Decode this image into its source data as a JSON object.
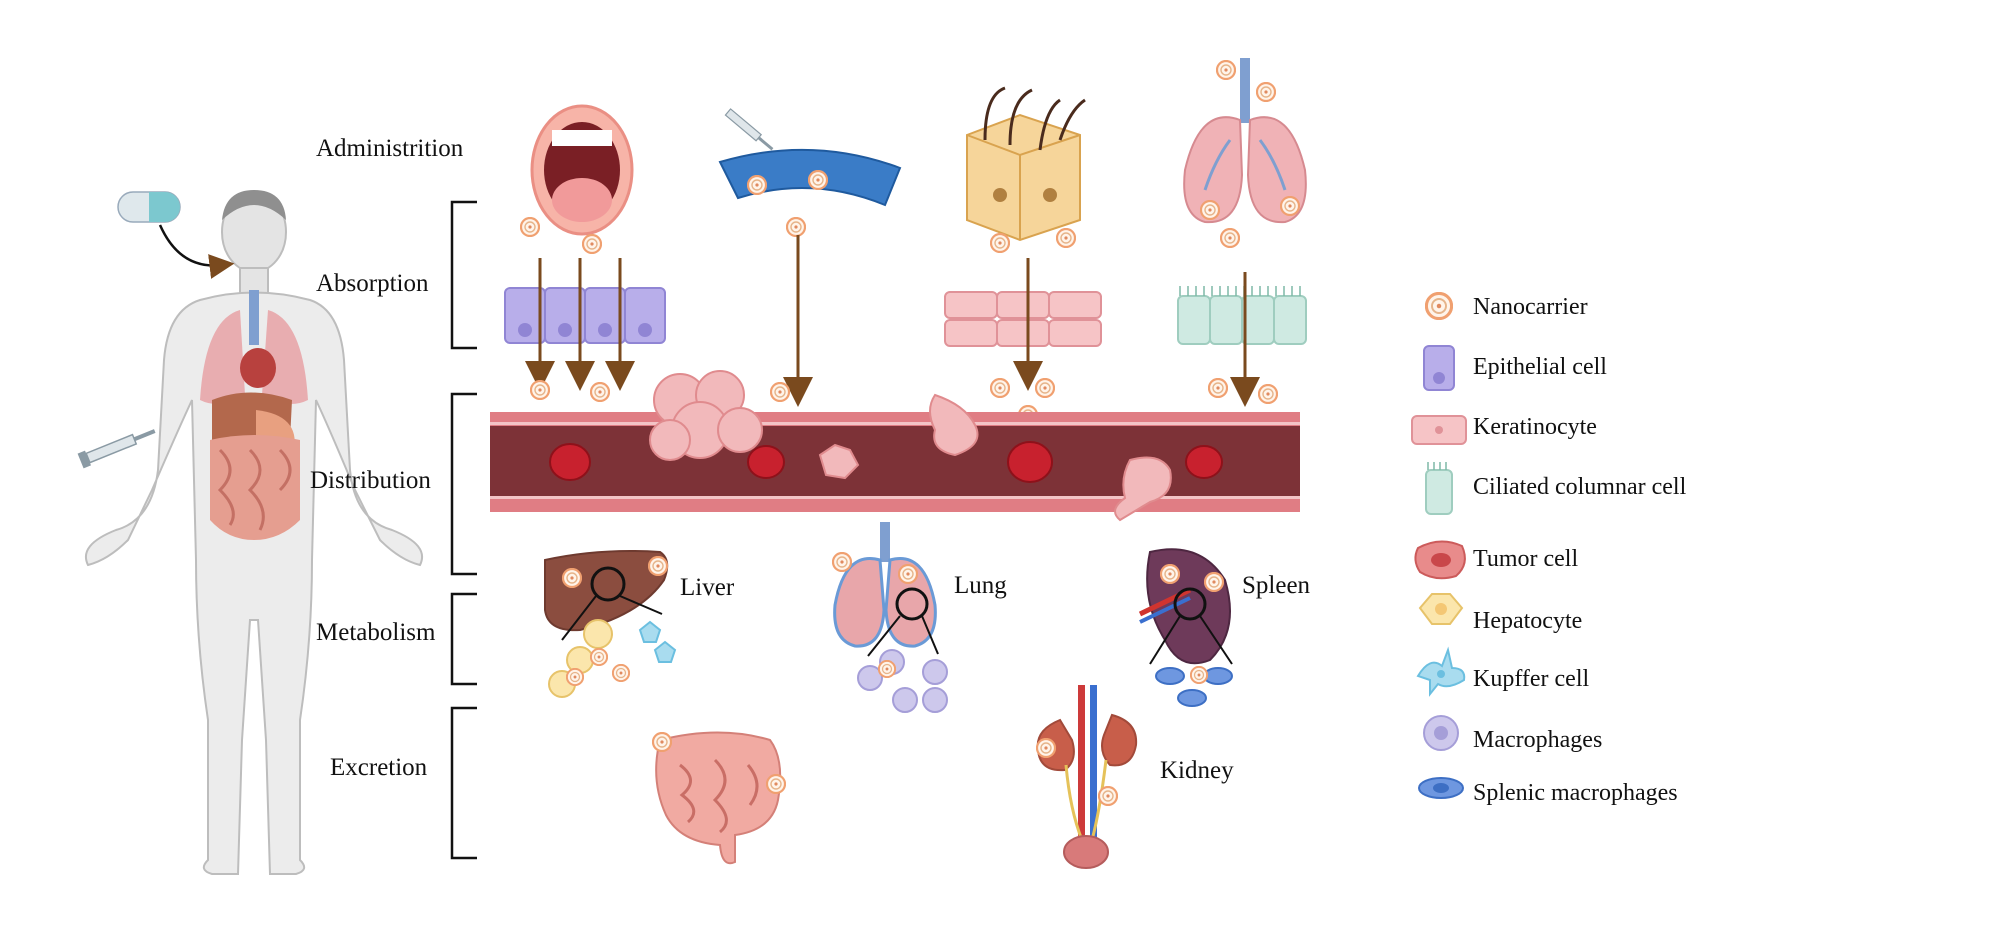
{
  "stages": {
    "administration": "Administrition",
    "absorption": "Absorption",
    "distribution": "Distribution",
    "metabolism": "Metabolism",
    "excretion": "Excretion"
  },
  "organs": {
    "liver": "Liver",
    "lung": "Lung",
    "spleen": "Spleen",
    "kidney": "Kidney"
  },
  "legend": [
    {
      "label": "Nanocarrier",
      "icon": "nanocarrier-icon",
      "color": "#f0a070"
    },
    {
      "label": "Epithelial cell",
      "icon": "epithelial-cell-icon",
      "color": "#b8aeea"
    },
    {
      "label": "Keratinocyte",
      "icon": "keratinocyte-icon",
      "color": "#f6c4c6"
    },
    {
      "label": "Ciliated columnar cell",
      "icon": "ciliated-cell-icon",
      "color": "#cfeae2"
    },
    {
      "label": "Tumor cell",
      "icon": "tumor-cell-icon",
      "color": "#e88b8b"
    },
    {
      "label": "Hepatocyte",
      "icon": "hepatocyte-icon",
      "color": "#fbe6ac"
    },
    {
      "label": "Kupffer cell",
      "icon": "kupffer-cell-icon",
      "color": "#a9dcef"
    },
    {
      "label": "Macrophages",
      "icon": "macrophage-icon",
      "color": "#cdc8ec"
    },
    {
      "label": "Splenic macrophages",
      "icon": "splenic-macrophage-icon",
      "color": "#6e97e0"
    }
  ],
  "colors": {
    "vessel": "#7d3237",
    "vessel_wall": "#e07d84",
    "arrow": "#7a4a1e",
    "bracket": "#111111"
  }
}
